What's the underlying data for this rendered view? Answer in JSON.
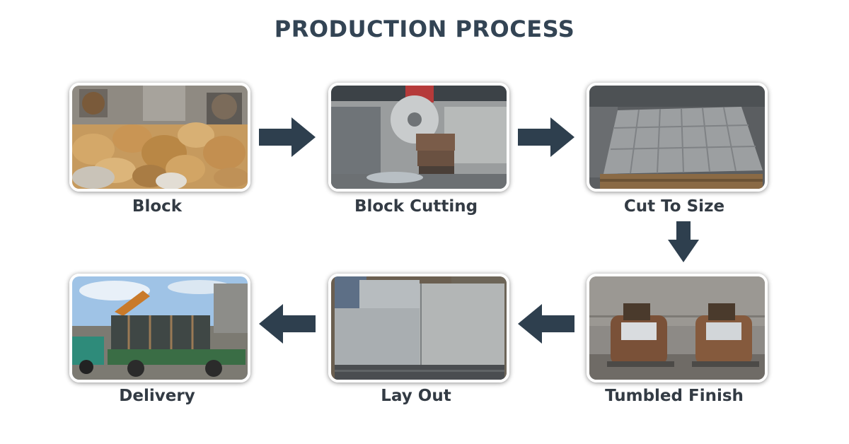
{
  "title": "PRODUCTION PROCESS",
  "colors": {
    "arrow": "#2e3f4e",
    "title": "#334454",
    "label": "#333b44"
  },
  "steps": [
    {
      "label": "Block",
      "image": "rough-stone-blocks-photo"
    },
    {
      "label": "Block Cutting",
      "image": "block-cutting-saw-photo"
    },
    {
      "label": "Cut To Size",
      "image": "cut-stone-pavers-photo"
    },
    {
      "label": "Tumbled Finish",
      "image": "tumbling-machines-photo"
    },
    {
      "label": "Lay Out",
      "image": "stone-slabs-layout-photo"
    },
    {
      "label": "Delivery",
      "image": "truck-loading-crates-photo"
    }
  ],
  "arrows": [
    {
      "from": "Block",
      "to": "Block Cutting",
      "direction": "right"
    },
    {
      "from": "Block Cutting",
      "to": "Cut To Size",
      "direction": "right"
    },
    {
      "from": "Cut To Size",
      "to": "Tumbled Finish",
      "direction": "down"
    },
    {
      "from": "Tumbled Finish",
      "to": "Lay Out",
      "direction": "left"
    },
    {
      "from": "Lay Out",
      "to": "Delivery",
      "direction": "left"
    }
  ]
}
